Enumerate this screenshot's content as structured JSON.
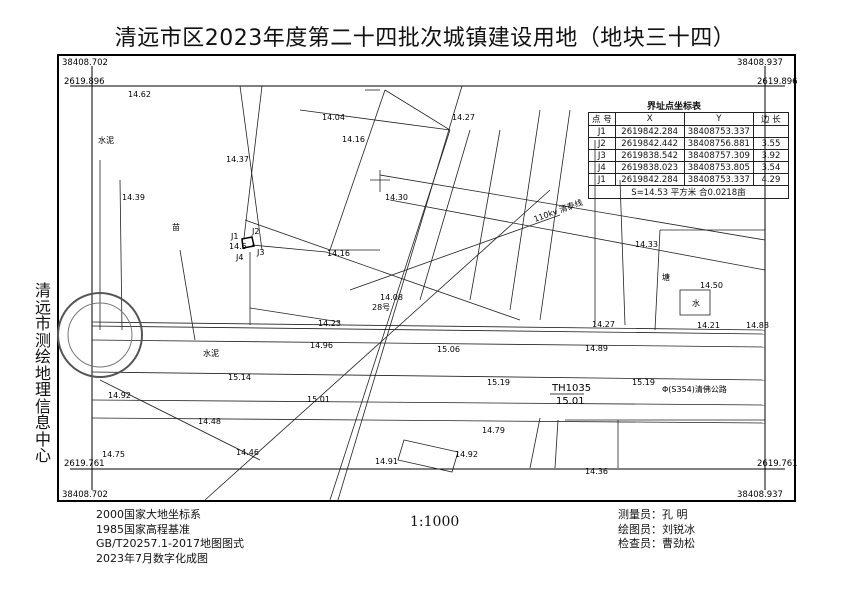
{
  "title": "清远市区2023年度第二十四批次城镇建设用地（地块三十四）",
  "side_label": "清远市测绘地理信息中心",
  "frame": {
    "top_left_x": "38408.702",
    "top_right_x": "38408.937",
    "top_y": "2619.896",
    "bottom_y": "2619.761",
    "bottom_left_x": "38408.702",
    "bottom_right_x": "38408.937"
  },
  "coord_table": {
    "title": "界址点坐标表",
    "headers": [
      "点 号",
      "X",
      "Y",
      "边 长"
    ],
    "rows": [
      {
        "pt": "J1",
        "x": "2619842.284",
        "y": "38408753.337"
      },
      {
        "pt": "J2",
        "x": "2619842.442",
        "y": "38408756.881"
      },
      {
        "pt": "J3",
        "x": "2619838.542",
        "y": "38408757.309"
      },
      {
        "pt": "J4",
        "x": "2619838.023",
        "y": "38408753.805"
      },
      {
        "pt": "J1",
        "x": "2619842.284",
        "y": "38408753.337"
      }
    ],
    "edges": [
      "3.55",
      "3.92",
      "3.54",
      "4.29"
    ],
    "area": "S=14.53 平方米 合0.0218亩"
  },
  "map_labels": {
    "elev": [
      "14.62",
      "14.04",
      "14.27",
      "14.37",
      "14.16",
      "14.39",
      "14.30",
      "14.16",
      "14.08",
      "14.23",
      "14.96",
      "15.06",
      "14.89",
      "14.27",
      "14.21",
      "14.88",
      "14.33",
      "14.50",
      "15.14",
      "15.19",
      "15.19",
      "14.92",
      "15.01",
      "14.48",
      "14.46",
      "14.79",
      "14.92",
      "14.91",
      "14.75",
      "14.36"
    ],
    "parcel": [
      "J1",
      "J2",
      "J3",
      "J4",
      "14.5"
    ],
    "powerline": "110kv 清泰线",
    "lot": "28号",
    "benchmark_name": "TH1035",
    "benchmark_elev": "15.01",
    "road": "Φ(S354)清佛公路",
    "misc": [
      "水泥",
      "苗",
      "水泥",
      "塘",
      "水"
    ]
  },
  "footer": {
    "notes": [
      "2000国家大地坐标系",
      "1985国家高程基准",
      "GB/T20257.1-2017地图图式",
      "2023年7月数字化成图"
    ],
    "scale": "1:1000",
    "staff": [
      "测量员：孔  明",
      "绘图员：刘锐冰",
      "检查员：曹劲松"
    ]
  }
}
